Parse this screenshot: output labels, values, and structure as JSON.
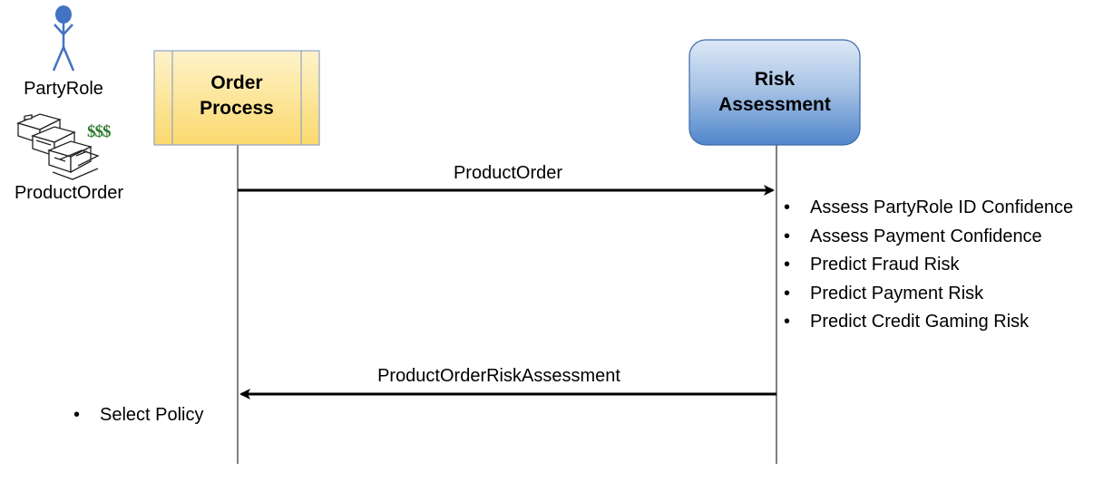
{
  "legend": {
    "actor_label": "PartyRole",
    "order_label": "ProductOrder",
    "money_symbol": "$$$"
  },
  "lifelines": {
    "order_process": {
      "line1": "Order",
      "line2": "Process",
      "fill_top": "#fef3c9",
      "fill_bottom": "#fbd96e",
      "border": "#8fa3c8"
    },
    "risk_assessment": {
      "line1": "Risk",
      "line2": "Assessment",
      "fill_top": "#cfe0f3",
      "fill_bottom": "#4f86cb",
      "border": "#3d6aa8"
    }
  },
  "messages": {
    "request": "ProductOrder",
    "response": "ProductOrderRiskAssessment"
  },
  "risk_tasks": [
    "Assess PartyRole ID Confidence",
    "Assess Payment Confidence",
    "Predict Fraud Risk",
    "Predict Payment Risk",
    "Predict Credit Gaming Risk"
  ],
  "order_tasks": [
    "Select Policy"
  ],
  "colors": {
    "actor": "#4472c4",
    "money": "#2f7a2f"
  }
}
